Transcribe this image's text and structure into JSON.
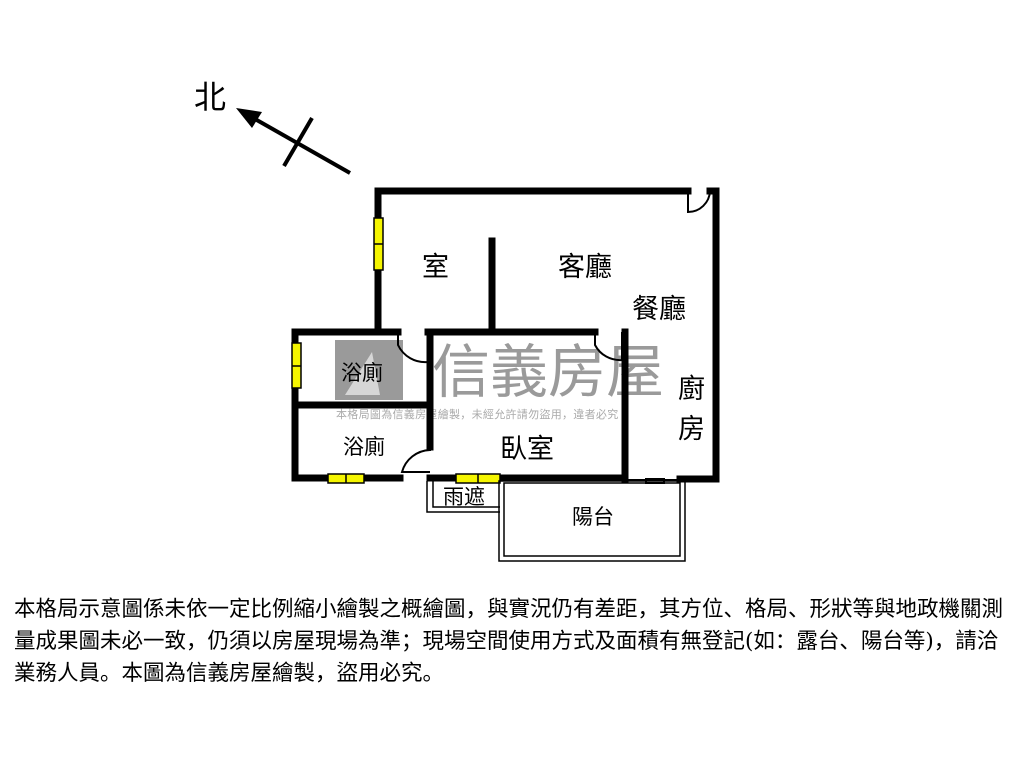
{
  "compass": {
    "north_label": "北"
  },
  "rooms": {
    "room_partial": "室",
    "living_room": "客廳",
    "dining_room": "餐廳",
    "bathroom_1": "浴廁",
    "bathroom_2": "浴廁",
    "bedroom": "臥室",
    "kitchen_line1": "廚",
    "kitchen_line2": "房",
    "rain_shelter": "雨遮",
    "balcony": "陽台"
  },
  "watermark": {
    "brand": "信義房屋",
    "notice": "本格局圖為信義房屋繪製，未經允許請勿盜用，違者必究"
  },
  "colors": {
    "wall": "#000000",
    "window": "#f5f500",
    "watermark": "#9a9a9a"
  },
  "disclaimer": "本格局示意圖係未依一定比例縮小繪製之概繪圖，與實況仍有差距，其方位、格局、形狀等與地政機關測量成果圖未必一致，仍須以房屋現場為準；現場空間使用方式及面積有無登記(如：露台、陽台等)，請洽業務人員。本圖為信義房屋繪製，盜用必究。"
}
